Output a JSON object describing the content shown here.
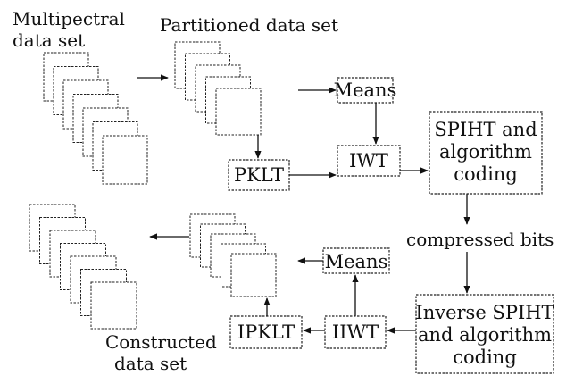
{
  "diagram": {
    "labels": {
      "source_line1": "Multipectral",
      "source_line2": "data set",
      "partitioned": "Partitioned data set",
      "compressed": "compressed bits",
      "constructed_line1": "Constructed",
      "constructed_line2": "data set"
    },
    "boxes": {
      "means_top": "Means",
      "pklt": "PKLT",
      "iwt": "IWT",
      "spiht_line1": "SPIHT and",
      "spiht_line2": "algorithm",
      "spiht_line3": "coding",
      "means_bottom": "Means",
      "ipklt": "IPKLT",
      "iiwt": "IIWT",
      "inverse_line1": "Inverse SPIHT",
      "inverse_line2": "and algorithm",
      "inverse_line3": "coding"
    }
  }
}
